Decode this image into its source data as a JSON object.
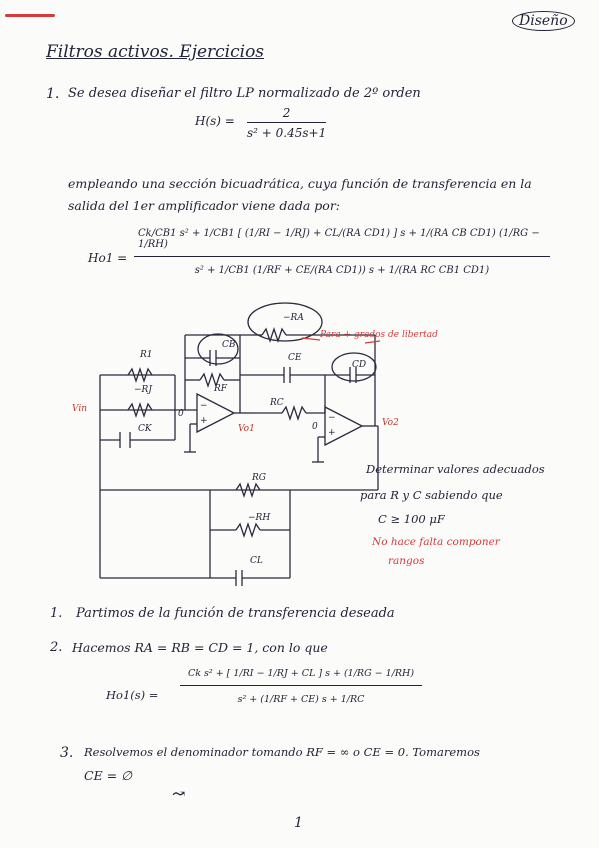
{
  "header": {
    "section_tag": "Diseño"
  },
  "title": "Filtros activos. Ejercicios",
  "problem1": {
    "number": "1.",
    "statement": "Se desea diseñar el filtro LP normalizado de 2º orden",
    "h_label": "H(s) =",
    "h_num": "2",
    "h_den": "s² + 0.45s+1",
    "line1": "empleando una sección bicuadrática, cuya función de transferencia en la",
    "line2": "salida del 1er amplificador viene dada por:",
    "ho1_label": "Ho1 =",
    "ho1_num": "Ck/CB1 s² + 1/CB1 [ (1/RI − 1/RJ) + CL/(RA CD1) ] s + 1/(RA CB CD1) (1/RG − 1/RH)",
    "ho1_den": "s² + 1/CB1 (1/RF + CE/(RA CD1)) s + 1/(RA RC CB1 CD1)"
  },
  "circuit": {
    "labels": {
      "vin": "Vin",
      "r1": "R1",
      "rj": "−RJ",
      "ck": "CK",
      "cb": "CB",
      "ce": "CE",
      "ra": "−RA",
      "rf": "RF",
      "rc": "RC",
      "cd": "CD",
      "vo1": "Vo1",
      "vo2": "Vo2",
      "rg": "RG",
      "rh": "−RH",
      "cl": "CL",
      "zero1": "0",
      "zero2": "0",
      "minus": "−",
      "plus": "+"
    },
    "note_red": "Para + grados de libertad"
  },
  "note": {
    "line1": "Determinar valores adecuados",
    "line2": "para R y C sabiendo que",
    "line3": "C ≥ 100 μF",
    "red1": "No hace falta componer",
    "red2": "rangos"
  },
  "steps": {
    "s1_num": "1.",
    "s1": "Partimos de la función de transferencia deseada",
    "s2_num": "2.",
    "s2": "Hacemos RA = RB = CD = 1, con lo que",
    "s2_label": "Ho1(s) =",
    "s2_num_expr": "Ck s² + [ 1/RI − 1/RJ + CL ] s + (1/RG − 1/RH)",
    "s2_den_expr": "s² + (1/RF + CE) s + 1/RC",
    "s3_num": "3.",
    "s3": "Resolvemos el denominador tomando RF = ∞ o CE = 0. Tomaremos",
    "s3b": "CE = ∅",
    "cont": "↝"
  },
  "page_number": "1"
}
